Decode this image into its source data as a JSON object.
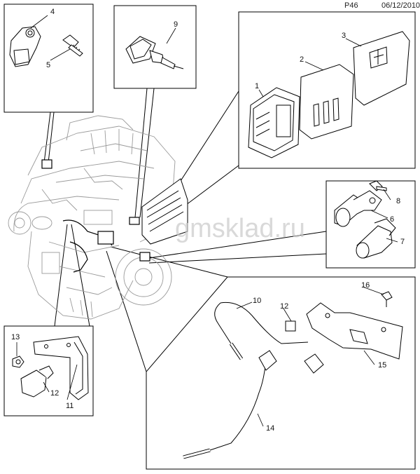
{
  "header": {
    "page": "P46",
    "date": "06/12/2010"
  },
  "watermark": "gmsklad.ru",
  "callouts": {
    "c1": "1",
    "c2": "2",
    "c3": "3",
    "c4": "4",
    "c5": "5",
    "c6": "6",
    "c7": "7",
    "c8": "8",
    "c9": "9",
    "c10": "10",
    "c11": "11",
    "c12a": "12",
    "c12b": "12",
    "c13": "13",
    "c14": "14",
    "c15": "15",
    "c16": "16"
  }
}
